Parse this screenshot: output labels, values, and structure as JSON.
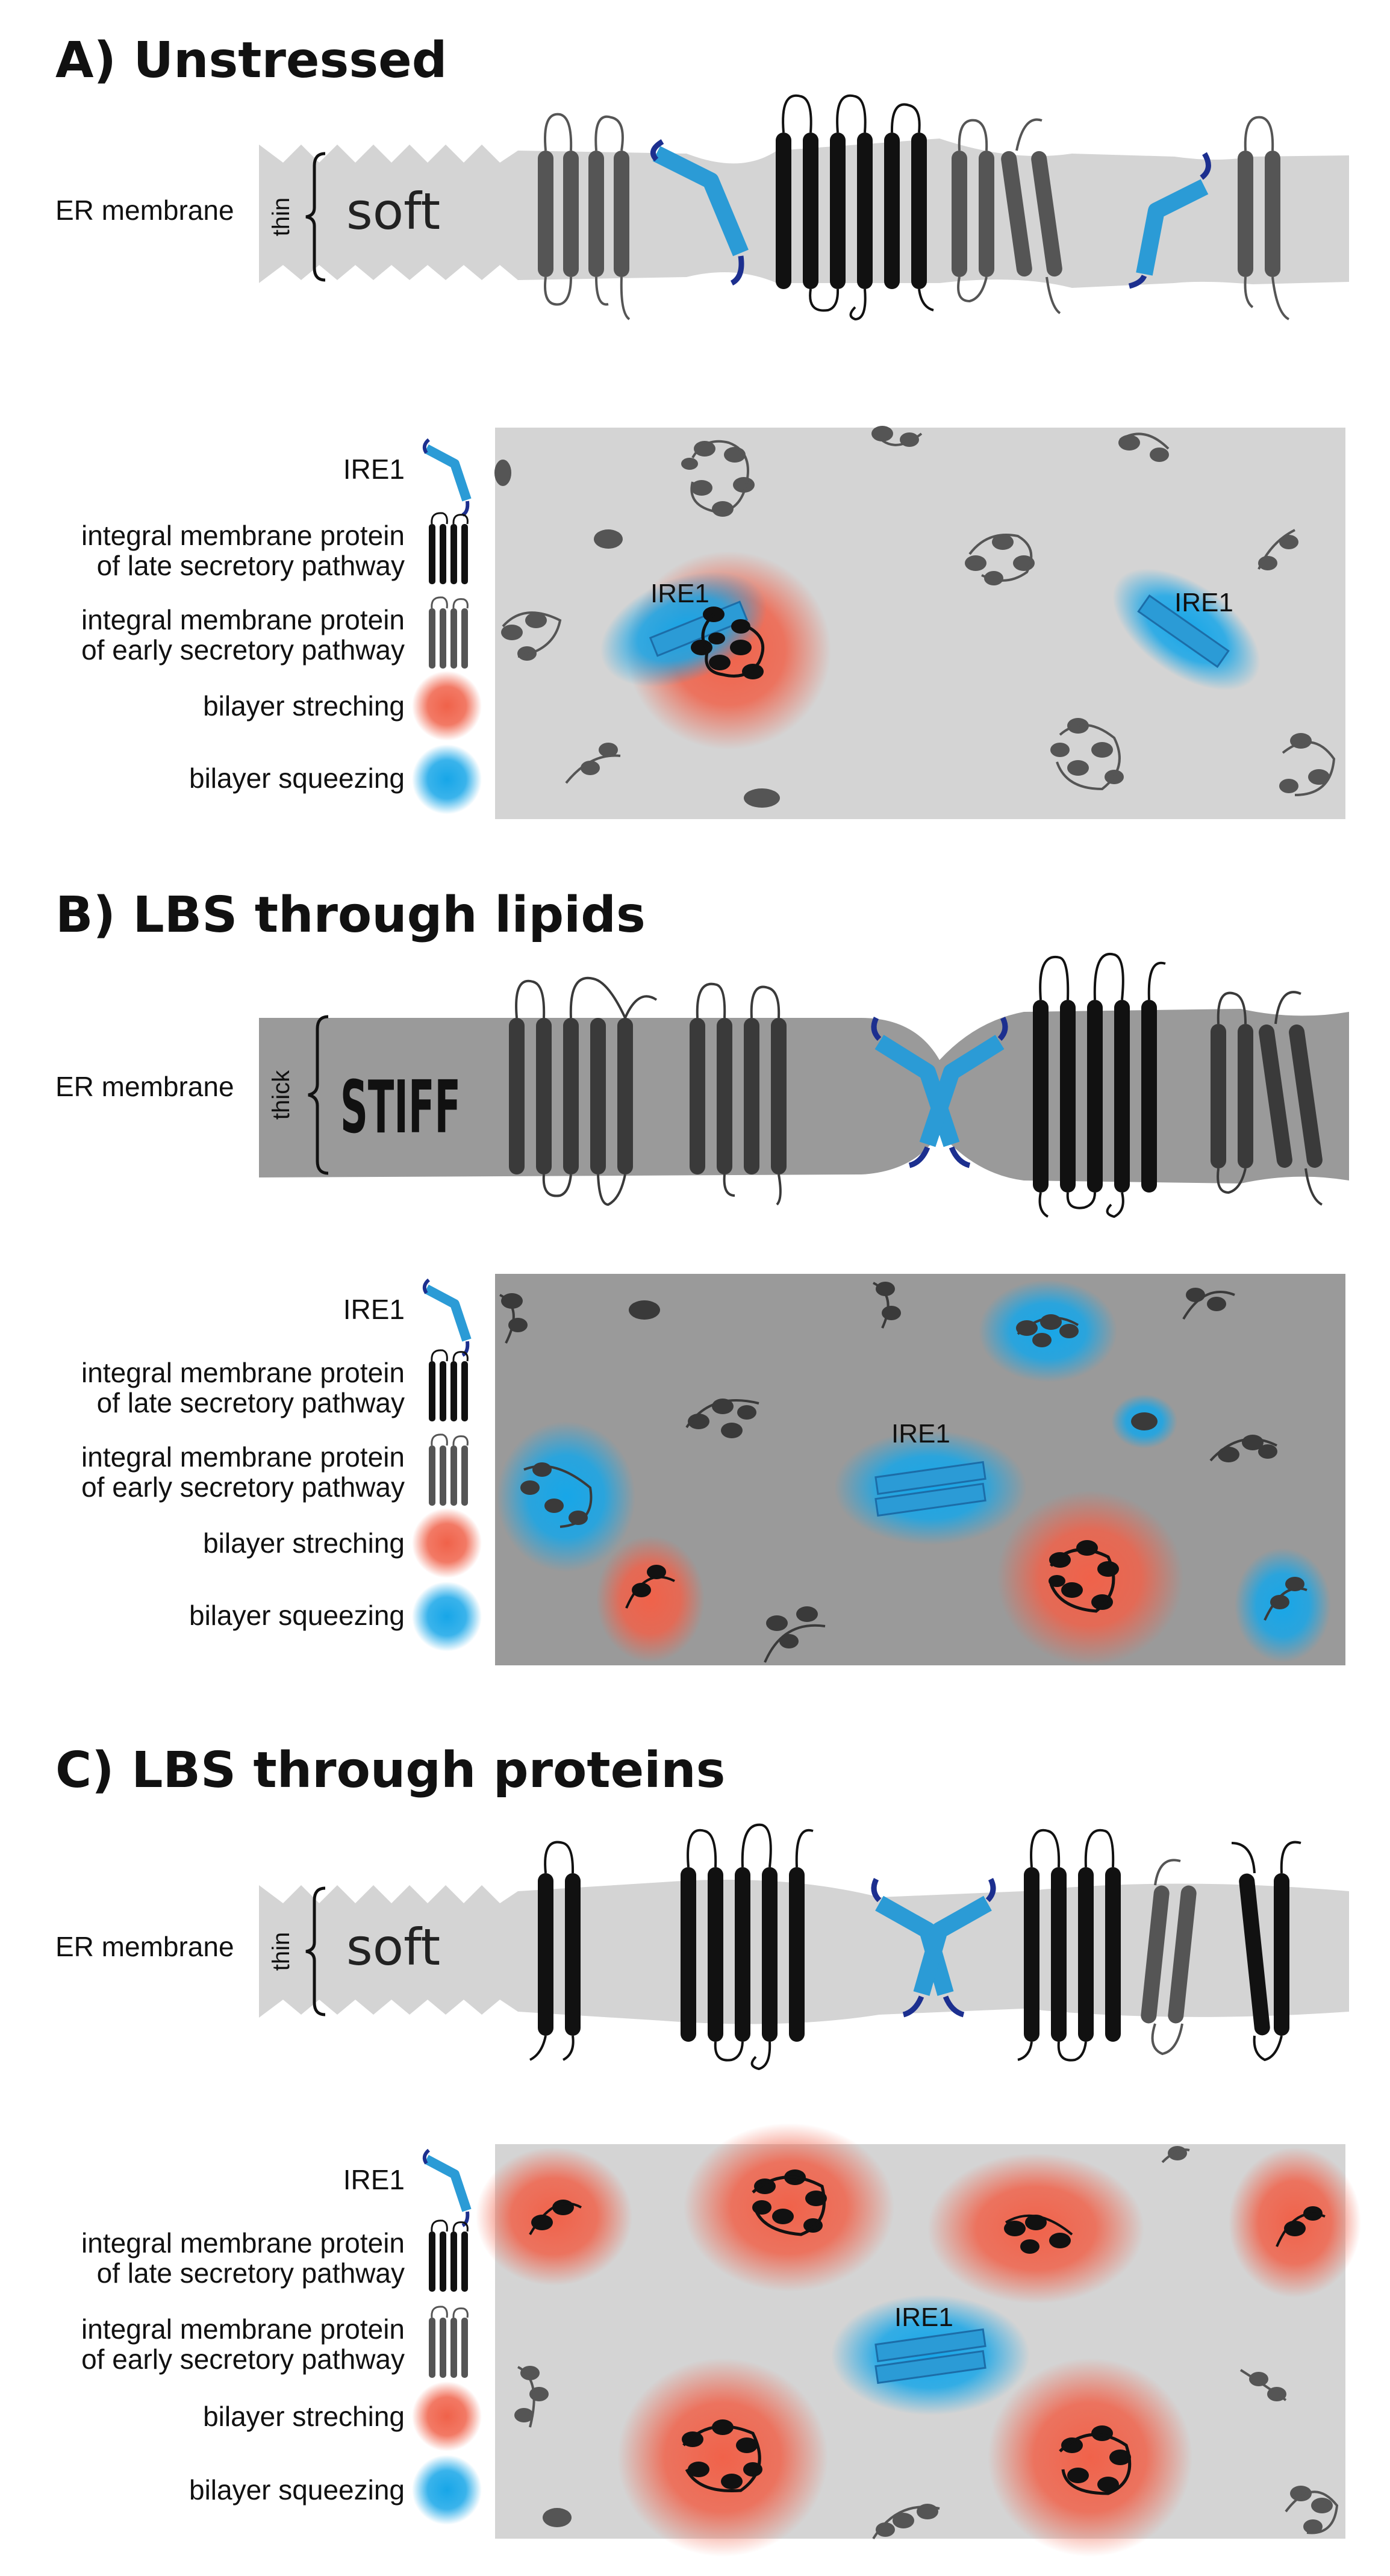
{
  "panels": [
    {
      "id": "A",
      "title": "A) Unstressed",
      "membrane_label": "ER membrane",
      "thickness_label": "thin",
      "stiffness_label": "soft",
      "state": "thin",
      "ire1_label": "IRE1",
      "ire1_oligomer": false
    },
    {
      "id": "B",
      "title": "B) LBS through lipids",
      "membrane_label": "ER membrane",
      "thickness_label": "thick",
      "stiffness_label": "STIFF",
      "state": "thick",
      "ire1_label": "IRE1",
      "ire1_oligomer": true
    },
    {
      "id": "C",
      "title": "C) LBS through proteins",
      "membrane_label": "ER membrane",
      "thickness_label": "thin",
      "stiffness_label": "soft",
      "state": "thin",
      "ire1_label": "IRE1",
      "ire1_oligomer": true
    }
  ],
  "legend": {
    "ire1": "IRE1",
    "late_line1": "integral membrane protein",
    "late_line2": "of late secretory pathway",
    "early_line1": "integral membrane protein",
    "early_line2": "of early secretory pathway",
    "stretching": "bilayer streching",
    "squeezing": "bilayer squeezing"
  },
  "colors": {
    "membrane_thin": "#d4d4d4",
    "membrane_thick": "#9a9a9a",
    "late_protein": "#111111",
    "early_protein": "#555555",
    "ire1": "#2b9bd6",
    "ire1_tail": "#1c2f8f",
    "stretching": "#f0624a",
    "squeezing": "#17a6e8"
  }
}
